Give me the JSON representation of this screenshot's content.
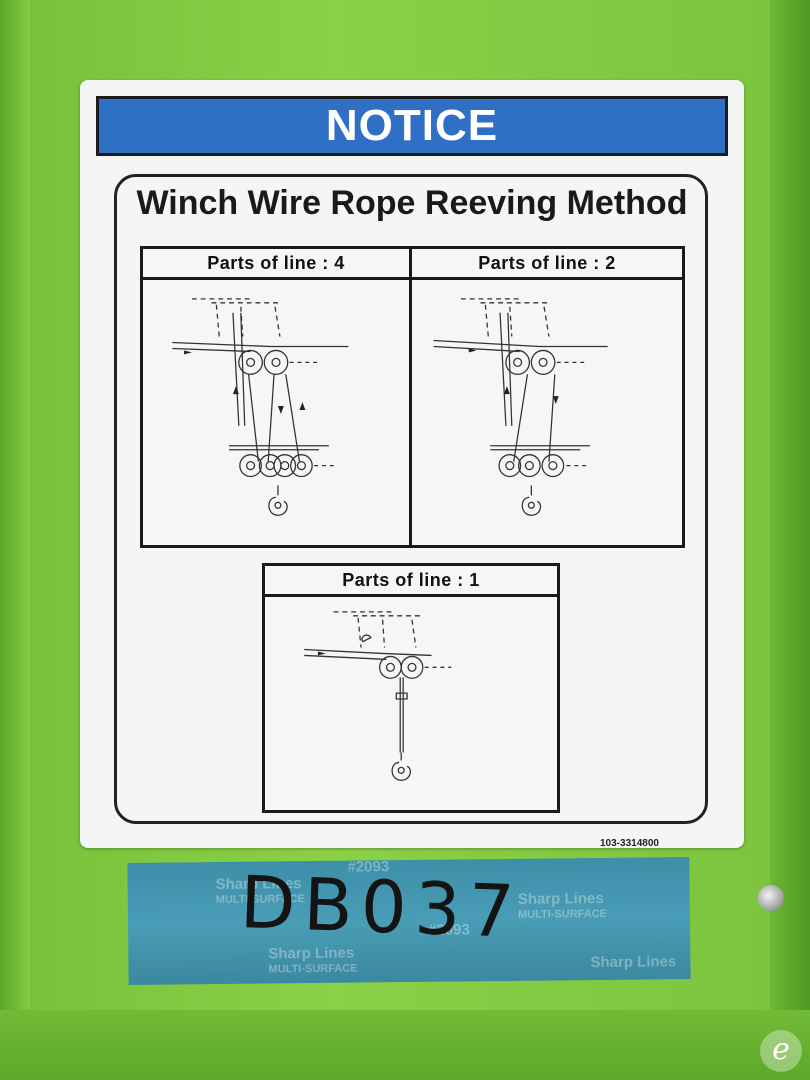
{
  "sign": {
    "notice": "NOTICE",
    "title": "Winch Wire Rope Reeving Method",
    "diagrams": [
      {
        "label": "Parts of line : 4"
      },
      {
        "label": "Parts of line : 2"
      },
      {
        "label": "Parts of line : 1"
      }
    ],
    "part_number": "103-3314800"
  },
  "tape": {
    "handwritten": "DB037",
    "print_lines": [
      "Sharp Lines",
      "MULTI-SURFACE",
      "#2093"
    ]
  },
  "watermark": {
    "letter": "e"
  },
  "colors": {
    "machine_green": "#7cc63a",
    "notice_blue": "#2f6fc4",
    "tape_blue": "#4a9db6"
  }
}
